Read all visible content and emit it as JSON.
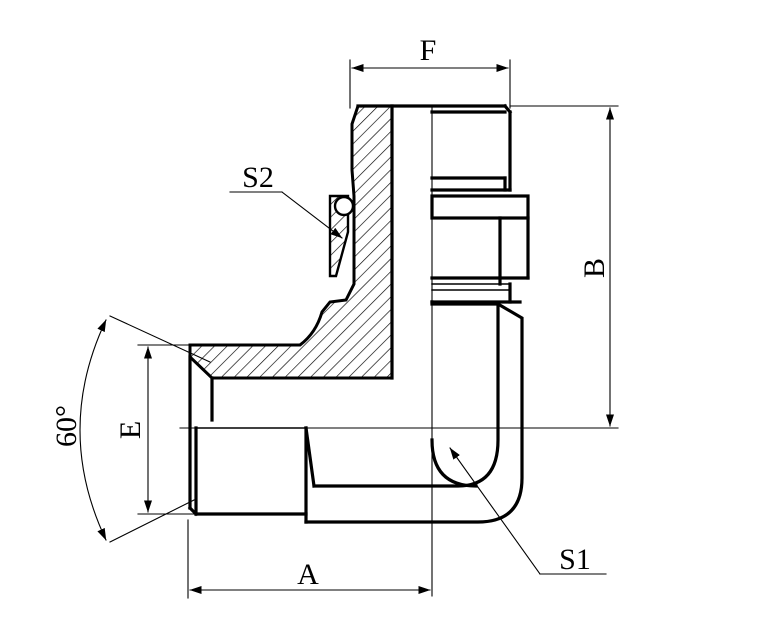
{
  "labels": {
    "f": "F",
    "b": "B",
    "e": "E",
    "a": "A",
    "angle": "60°",
    "s1": "S1",
    "s2": "S2"
  }
}
